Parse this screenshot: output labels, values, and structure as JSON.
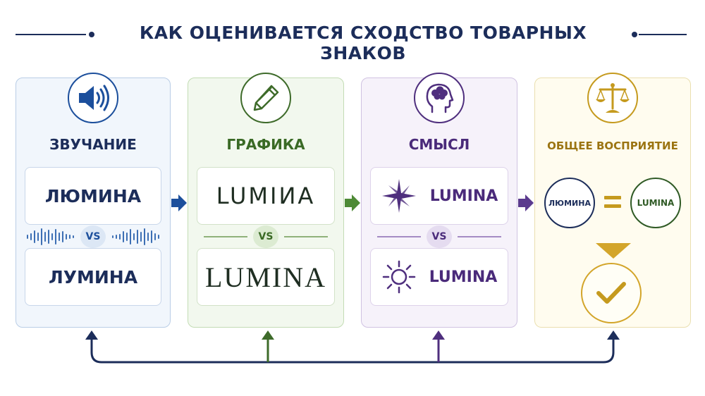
{
  "title": "КАК ОЦЕНИВАЕТСЯ СХОДСТВО ТОВАРНЫХ ЗНАКОВ",
  "colors": {
    "navy": "#1c2d5a",
    "blue": "#1c4f9c",
    "green": "#3a6a25",
    "purple": "#4a2a7a",
    "gold": "#c59a1e"
  },
  "panels": [
    {
      "icon": "speaker-icon",
      "heading": "ЗВУЧАНИЕ",
      "top_word": "ЛЮМИНА",
      "vs": "VS",
      "bottom_word": "ЛУМИНА"
    },
    {
      "icon": "pencil-icon",
      "heading": "ГРАФИКА",
      "top_word": "LUMIИA",
      "vs": "VS",
      "bottom_word": "LUMINA"
    },
    {
      "icon": "brain-head-icon",
      "heading": "СМЫСЛ",
      "top_word": "LUMINA",
      "top_symbol": "star-icon",
      "vs": "VS",
      "bottom_word": "LUMINA",
      "bottom_symbol": "sun-icon"
    },
    {
      "icon": "scales-icon",
      "heading": "ОБЩЕЕ ВОСПРИЯТИЕ",
      "left_word": "ЛЮМИНА",
      "right_word": "LUMINA",
      "result": "check-icon"
    }
  ]
}
